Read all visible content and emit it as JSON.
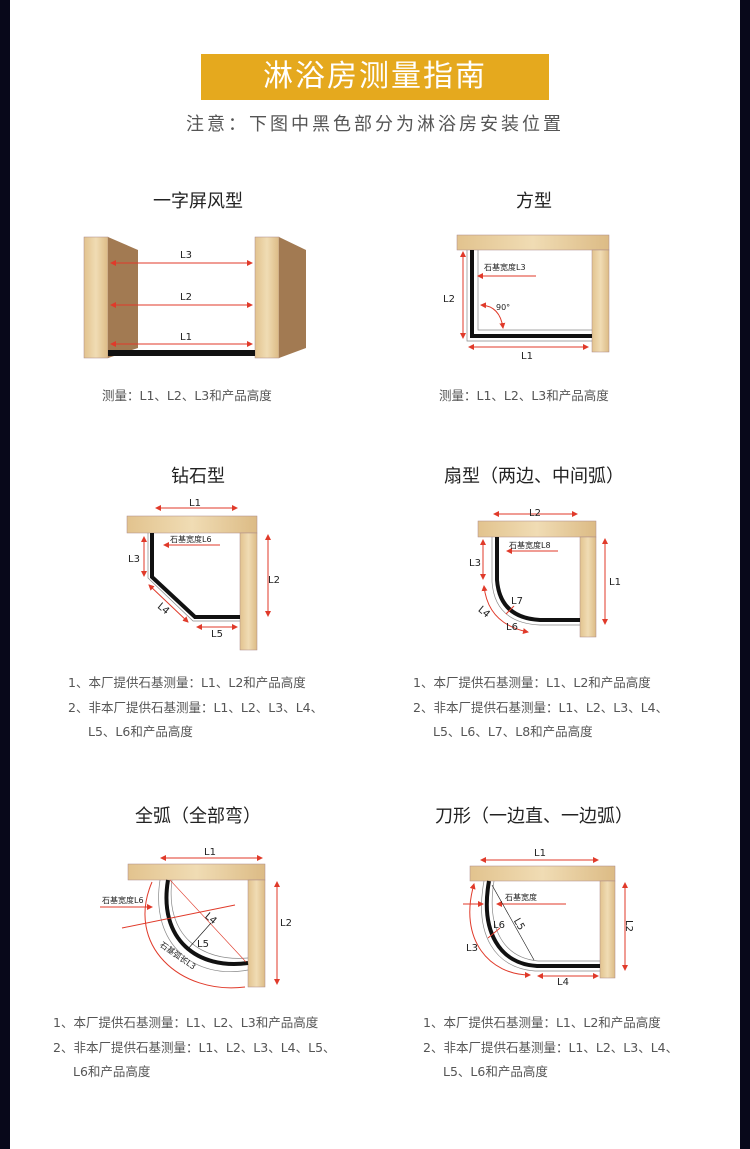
{
  "title": "淋浴房测量指南",
  "subtitle": "注意：下图中黑色部分为淋浴房安装位置",
  "colors": {
    "title_bg": "#e5a91e",
    "side_border": "#08081a",
    "wood": "#e9d1a4",
    "arrow": "#e03a2a",
    "frame": "#111111"
  },
  "sections": [
    {
      "heading": "一字屏风型",
      "labels": [
        "L3",
        "L2",
        "L1"
      ],
      "caption": [
        "测量：L1、L2、L3和产品高度"
      ]
    },
    {
      "heading": "方型",
      "labels": [
        "石基宽度L3",
        "L2",
        "90°",
        "L1"
      ],
      "caption": [
        "测量：L1、L2、L3和产品高度"
      ]
    },
    {
      "heading": "钻石型",
      "labels": [
        "L1",
        "石基宽度L6",
        "L3",
        "L2",
        "L4",
        "L5"
      ],
      "caption": [
        "1、本厂提供石基测量：L1、L2和产品高度",
        "2、非本厂提供石基测量：L1、L2、L3、L4、",
        "L5、L6和产品高度"
      ]
    },
    {
      "heading": "扇型（两边、中间弧）",
      "labels": [
        "L2",
        "石基宽度L8",
        "L3",
        "L1",
        "L7",
        "L4",
        "L6"
      ],
      "caption": [
        "1、本厂提供石基测量：L1、L2和产品高度",
        "2、非本厂提供石基测量：L1、L2、L3、L4、",
        "L5、L6、L7、L8和产品高度"
      ]
    },
    {
      "heading": "全弧（全部弯）",
      "labels": [
        "L1",
        "石基宽度L6",
        "L4",
        "L5",
        "L2",
        "石基弧长L3"
      ],
      "caption": [
        "1、本厂提供石基测量：L1、L2、L3和产品高度",
        "2、非本厂提供石基测量：L1、L2、L3、L4、L5、",
        "L6和产品高度"
      ]
    },
    {
      "heading": "刀形（一边直、一边弧）",
      "labels": [
        "L1",
        "石基宽度",
        "L6",
        "L5",
        "L2",
        "L3",
        "L4"
      ],
      "caption": [
        "1、本厂提供石基测量：L1、L2和产品高度",
        "2、非本厂提供石基测量：L1、L2、L3、L4、",
        "L5、L6和产品高度"
      ]
    }
  ]
}
